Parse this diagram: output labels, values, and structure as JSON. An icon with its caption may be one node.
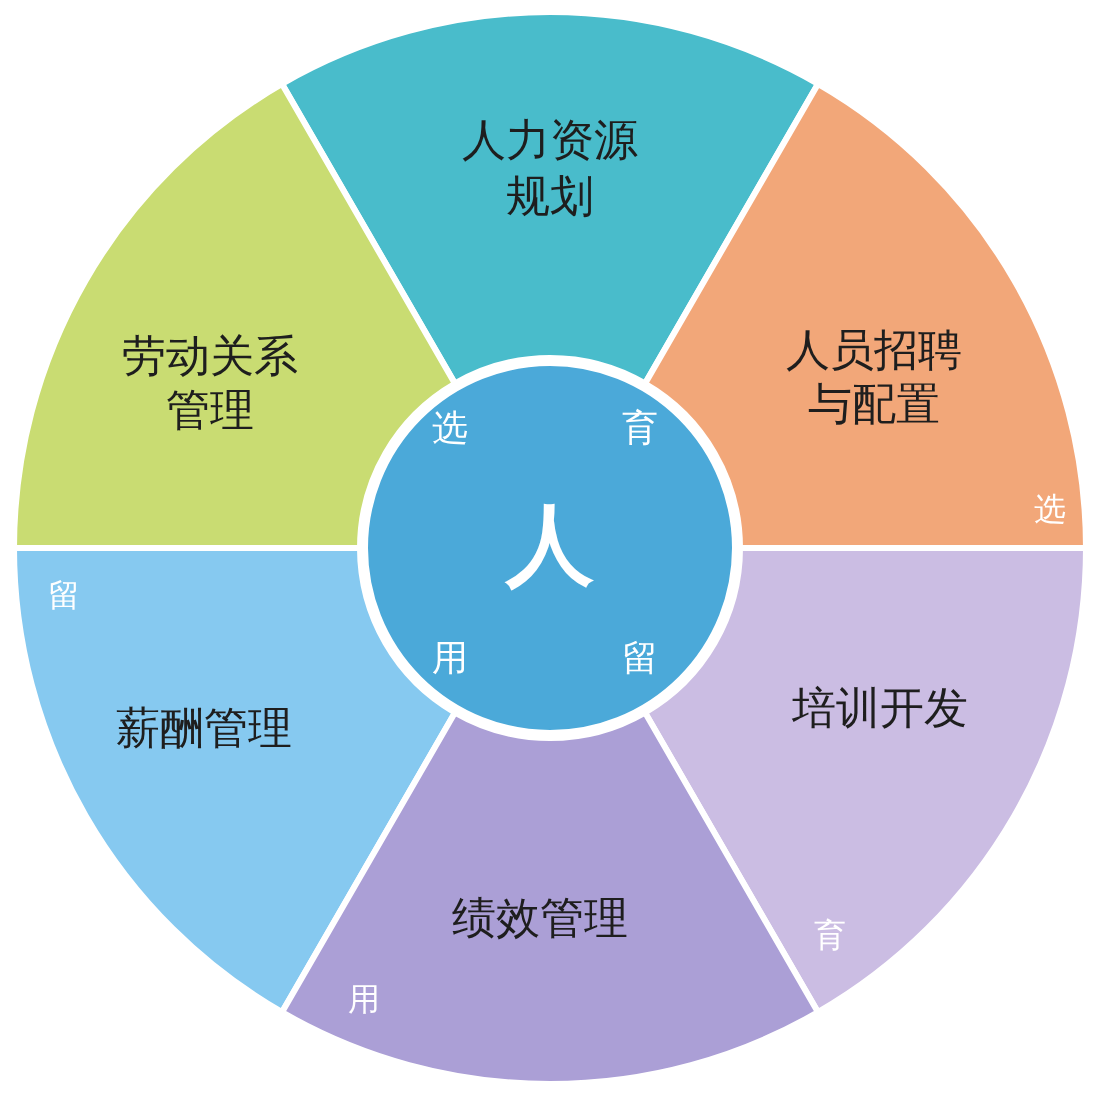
{
  "diagram": {
    "nodes": [
      {
        "text": [
          "人力资源规划"
        ]
      },
      {
        "text": [
          "劳动关系管理"
        ]
      },
      {
        "text": [
          "人员招聘与配置"
        ]
      },
      {
        "text": [
          "培训开发"
        ]
      },
      {
        "text": [
          "薪酬管理"
        ]
      },
      {
        "text": [
          "绩效管理"
        ]
      },
      {
        "text": [
          "选",
          "育",
          "人",
          "用",
          "留"
        ]
      }
    ],
    "labels": [
      "选",
      "留",
      "育",
      "用"
    ]
  }
}
